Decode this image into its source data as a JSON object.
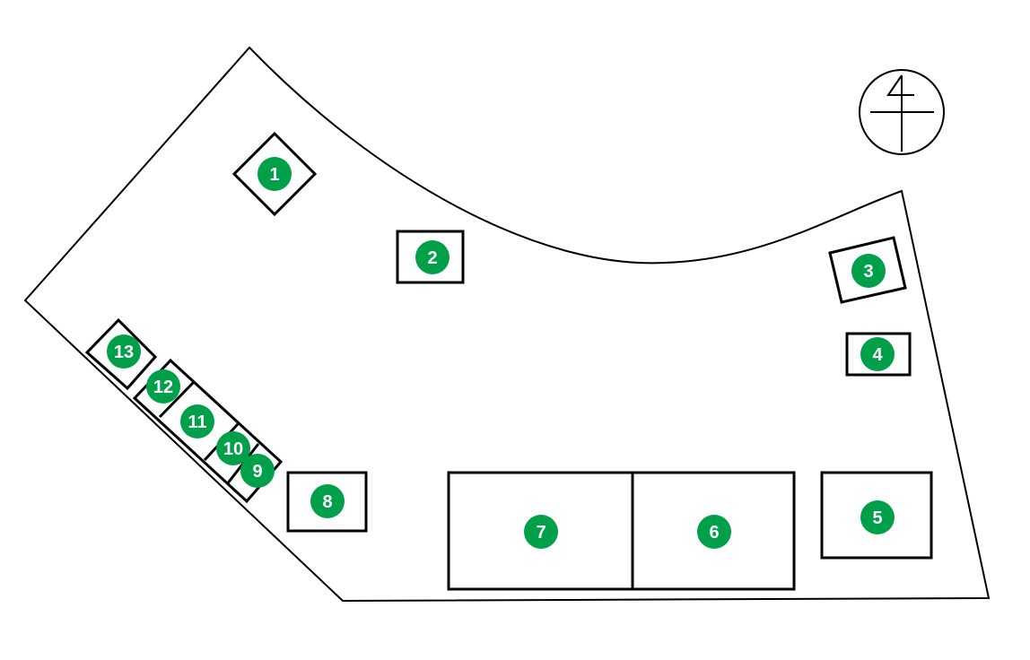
{
  "map": {
    "compass": {
      "icon": "north-arrow-icon"
    },
    "marker_color": "#00a04a",
    "plots": [
      {
        "label": "1"
      },
      {
        "label": "2"
      },
      {
        "label": "3"
      },
      {
        "label": "4"
      },
      {
        "label": "5"
      },
      {
        "label": "6"
      },
      {
        "label": "7"
      },
      {
        "label": "8"
      },
      {
        "label": "9"
      },
      {
        "label": "10"
      },
      {
        "label": "11"
      },
      {
        "label": "12"
      },
      {
        "label": "13"
      }
    ]
  }
}
